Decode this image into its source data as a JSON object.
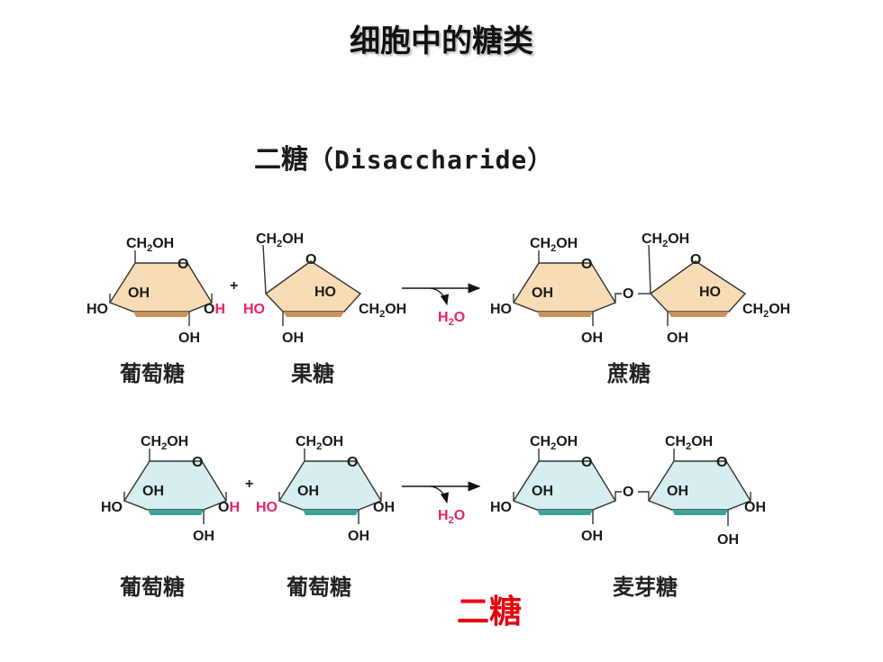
{
  "title": "细胞中的糖类",
  "subtitle": {
    "cn": "二糖",
    "en": "（Disaccharide）"
  },
  "reaction1": {
    "reactant1_name": "葡萄糖",
    "reactant2_name": "果糖",
    "product_name": "蔗糖",
    "byproduct": "H2O"
  },
  "reaction2": {
    "reactant1_name": "葡萄糖",
    "reactant2_name": "葡萄糖",
    "product_name": "麦芽糖",
    "byproduct": "H2O"
  },
  "bottom_label": "二糖",
  "colors": {
    "fructose_ring": "#f7dcb5",
    "fructose_edge": "#c9935a",
    "glucose_ring": "#d6eeee",
    "glucose_edge": "#3aa39a",
    "highlight": "#e8226a",
    "accent_red": "#e8000e"
  }
}
